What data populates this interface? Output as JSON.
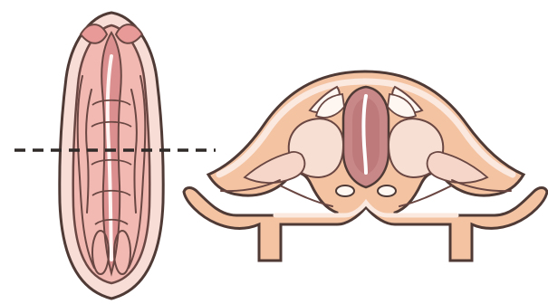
{
  "figure": {
    "views": [
      {
        "id": "dorsal-view",
        "kind": "embryo-dorsal"
      },
      {
        "id": "cross-section",
        "kind": "embryo-transverse-section"
      }
    ],
    "section_line": {
      "style": "dashed"
    },
    "colors": {
      "outline": "#4f3a36",
      "skin_pale": "#f7ddd6",
      "pink_light": "#f2b8b2",
      "pink_mid": "#e89a98",
      "pink_deep": "#d98787",
      "neural_tube": "#c98888",
      "neural_tube_dark": "#ac6b6d",
      "orange_tissue": "#f3c3a2",
      "somite_pale": "#f7dfd3",
      "mesoderm_pale": "#f5d6c8",
      "background": "#ffffff"
    }
  }
}
